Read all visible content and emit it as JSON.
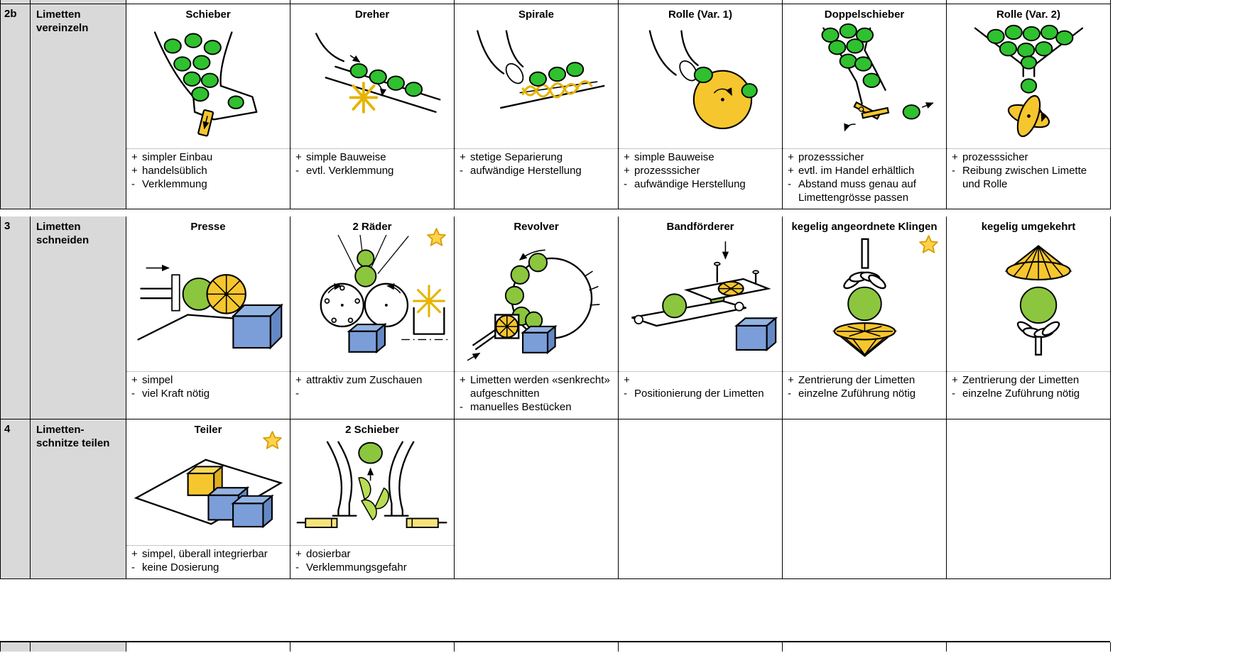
{
  "colors": {
    "lime_green": "#2fc12f",
    "lime_yellowgreen": "#8cc63e",
    "mechanism_yellow": "#f6c62e",
    "box_blue": "#7b9ed9",
    "label_bg": "#d9d9d9",
    "star_gold": "#ffd24a"
  },
  "rows": [
    {
      "num": "2b",
      "label": "Limetten vereinzeln",
      "cells": [
        {
          "title": "Schieber",
          "points": [
            {
              "sign": "+",
              "text": "simpler Einbau"
            },
            {
              "sign": "+",
              "text": "handelsüblich"
            },
            {
              "sign": "-",
              "text": "Verklemmung"
            }
          ]
        },
        {
          "title": "Dreher",
          "points": [
            {
              "sign": "+",
              "text": "simple Bauweise"
            },
            {
              "sign": "-",
              "text": "evtl. Verklemmung"
            }
          ]
        },
        {
          "title": "Spirale",
          "points": [
            {
              "sign": "+",
              "text": "stetige Separierung"
            },
            {
              "sign": "-",
              "text": "aufwändige Herstellung"
            }
          ]
        },
        {
          "title": "Rolle (Var. 1)",
          "points": [
            {
              "sign": "+",
              "text": "simple Bauweise"
            },
            {
              "sign": "+",
              "text": "prozesssicher"
            },
            {
              "sign": "-",
              "text": "aufwändige Herstellung"
            }
          ]
        },
        {
          "title": "Doppelschieber",
          "points": [
            {
              "sign": "+",
              "text": "prozesssicher"
            },
            {
              "sign": "+",
              "text": "evtl. im Handel erhältlich"
            },
            {
              "sign": "-",
              "text": "Abstand muss genau auf Limettengrösse passen"
            }
          ]
        },
        {
          "title": "Rolle (Var. 2)",
          "points": [
            {
              "sign": "+",
              "text": "prozesssicher"
            },
            {
              "sign": "-",
              "text": "Reibung zwischen Limette und Rolle"
            }
          ]
        }
      ]
    },
    {
      "num": "3",
      "label": "Limetten schneiden",
      "cells": [
        {
          "title": "Presse",
          "points": [
            {
              "sign": "+",
              "text": "simpel"
            },
            {
              "sign": "-",
              "text": "viel Kraft nötig"
            }
          ]
        },
        {
          "title": "2 Räder",
          "star": true,
          "points": [
            {
              "sign": "+",
              "text": "attraktiv zum Zuschauen"
            },
            {
              "sign": "-",
              "text": ""
            }
          ]
        },
        {
          "title": "Revolver",
          "points": [
            {
              "sign": "+",
              "text": "Limetten werden «senkrecht» aufgeschnitten"
            },
            {
              "sign": "-",
              "text": "manuelles Bestücken"
            }
          ]
        },
        {
          "title": "Bandförderer",
          "points": [
            {
              "sign": "+",
              "text": ""
            },
            {
              "sign": "-",
              "text": "Positionierung der Limetten"
            }
          ]
        },
        {
          "title": "kegelig angeordnete Klingen",
          "star": true,
          "points": [
            {
              "sign": "+",
              "text": "Zentrierung der Limetten"
            },
            {
              "sign": "-",
              "text": "einzelne Zuführung nötig"
            }
          ]
        },
        {
          "title": "kegelig umgekehrt",
          "points": [
            {
              "sign": "+",
              "text": "Zentrierung der Limetten"
            },
            {
              "sign": "-",
              "text": "einzelne Zuführung nötig"
            }
          ]
        }
      ]
    },
    {
      "num": "4",
      "label": "Limetten-schnitze teilen",
      "cells": [
        {
          "title": "Teiler",
          "star": true,
          "points": [
            {
              "sign": "+",
              "text": "simpel, überall integrierbar"
            },
            {
              "sign": "-",
              "text": "keine Dosierung"
            }
          ]
        },
        {
          "title": "2 Schieber",
          "points": [
            {
              "sign": "+",
              "text": "dosierbar"
            },
            {
              "sign": "-",
              "text": "Verklemmungsgefahr"
            }
          ]
        },
        {
          "title": "",
          "points": []
        },
        {
          "title": "",
          "points": []
        },
        {
          "title": "",
          "points": []
        },
        {
          "title": "",
          "points": []
        }
      ]
    }
  ]
}
